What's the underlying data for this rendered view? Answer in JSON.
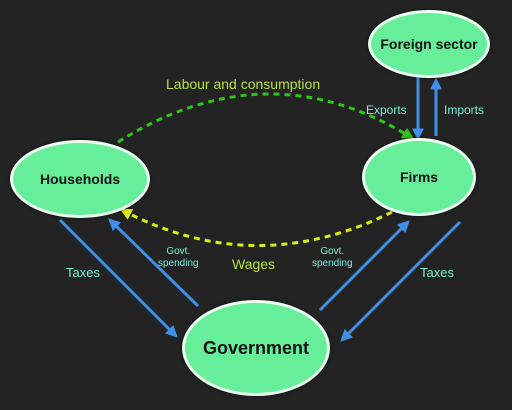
{
  "nodes": {
    "foreign_sector": "Foreign sector",
    "households": "Households",
    "firms": "Firms",
    "government": "Government"
  },
  "labels": {
    "labour_and_consumption": "Labour and consumption",
    "wages": "Wages",
    "exports": "Exports",
    "imports": "Imports",
    "taxes_left": "Taxes",
    "taxes_right": "Taxes",
    "govt_spending_left_line1": "Govt.",
    "govt_spending_left_line2": "spending",
    "govt_spending_right_line1": "Govt.",
    "govt_spending_right_line2": "spending"
  },
  "colors": {
    "background": "#232323",
    "node_fill": "#66ee9a",
    "node_border": "#eafff0",
    "arrow_blue": "#3f8fe6",
    "dashed_green": "#2fc41c",
    "dashed_yellow": "#d8ef12",
    "label_cyan": "#7af0d6",
    "label_lime": "#b8e23c"
  }
}
